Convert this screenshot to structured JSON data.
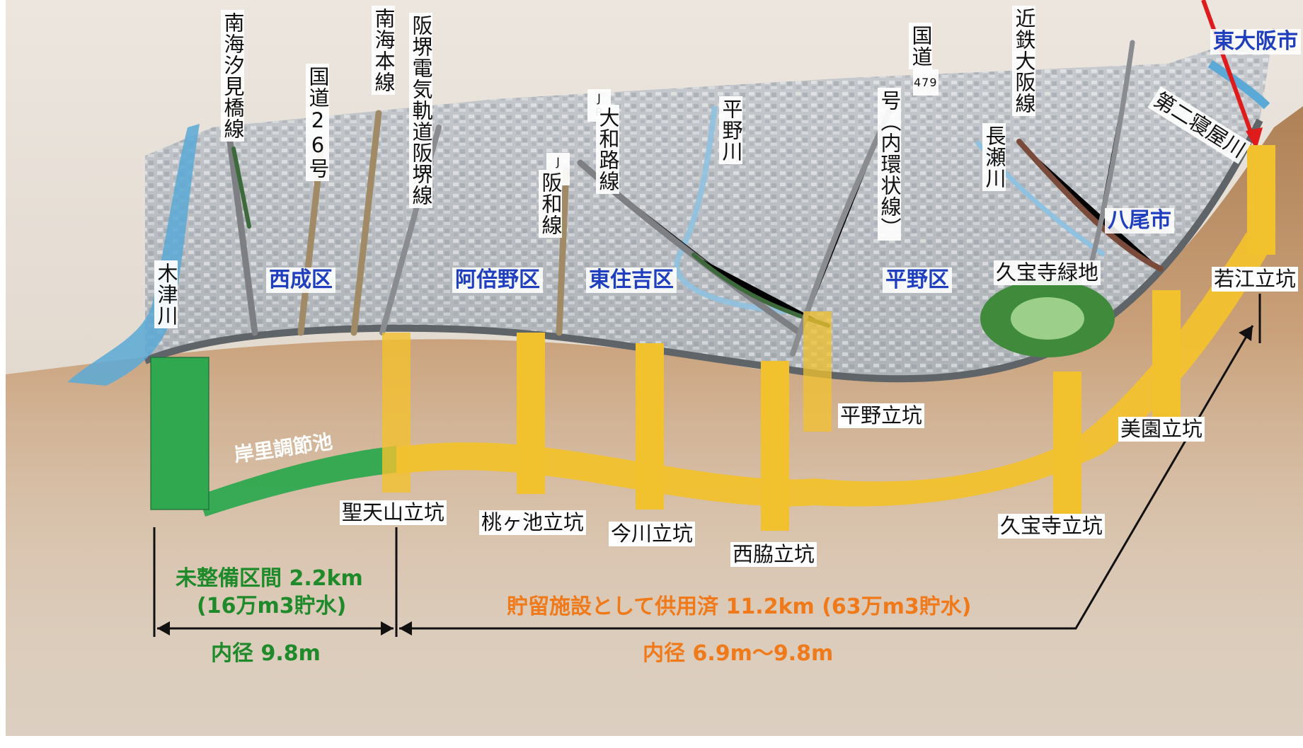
{
  "shafts": {
    "seitenzan": "聖天山立坑",
    "momogaike": "桃ヶ池立坑",
    "imagawa": "今川立坑",
    "nishiwaki": "西脇立坑",
    "hirano": "平野立坑",
    "kuhoji": "久宝寺立坑",
    "misono": "美園立坑",
    "wakae": "若江立坑"
  },
  "pond": "岸里調節池",
  "wards": {
    "nishinari": "西成区",
    "abeno": "阿倍野区",
    "higashisumiyoshi": "東住吉区",
    "hirano": "平野区",
    "yao": "八尾市",
    "higashiosaka": "東大阪市"
  },
  "landmarks": {
    "kizugawa": "木津川",
    "nankai_shiomibashi": "南海汐見橋線",
    "route26": "国道26号",
    "nankai_main": "南海本線",
    "hankai": "阪堺電気軌道阪堺線",
    "jr_hanwa_prefix": "JR",
    "jr_hanwa": "阪和線",
    "jr_yamatoji_prefix": "JR",
    "jr_yamatoji": "大和路線",
    "hiranogawa": "平野川",
    "route479_a": "国道",
    "route479_num": "479",
    "route479_b": "号（内環状線）",
    "nagasegawa": "長瀬川",
    "kintetsu_osaka": "近鉄大阪線",
    "daini_neyagawa": "第二寝屋川",
    "kuhoji_ryokuchi": "久宝寺緑地"
  },
  "annotations": {
    "unbuilt_section": "未整備区間  2.2km",
    "unbuilt_storage": "(16万m3貯水)",
    "unbuilt_diameter": "内径  9.8m",
    "inservice_section": "貯留施設として供用済   11.2km (63万m3貯水)",
    "inservice_diameter": "内径 6.9m～9.8m"
  },
  "colors": {
    "tunnel_yellow": "#f2c12e",
    "unbuilt_green": "#2fa84f",
    "river_blue": "#5aa9d6",
    "ward_blue": "#1f3fbf",
    "annotation_green": "#1e8a2a",
    "annotation_orange": "#f07a1a",
    "pointer_red": "#e01b1b"
  }
}
